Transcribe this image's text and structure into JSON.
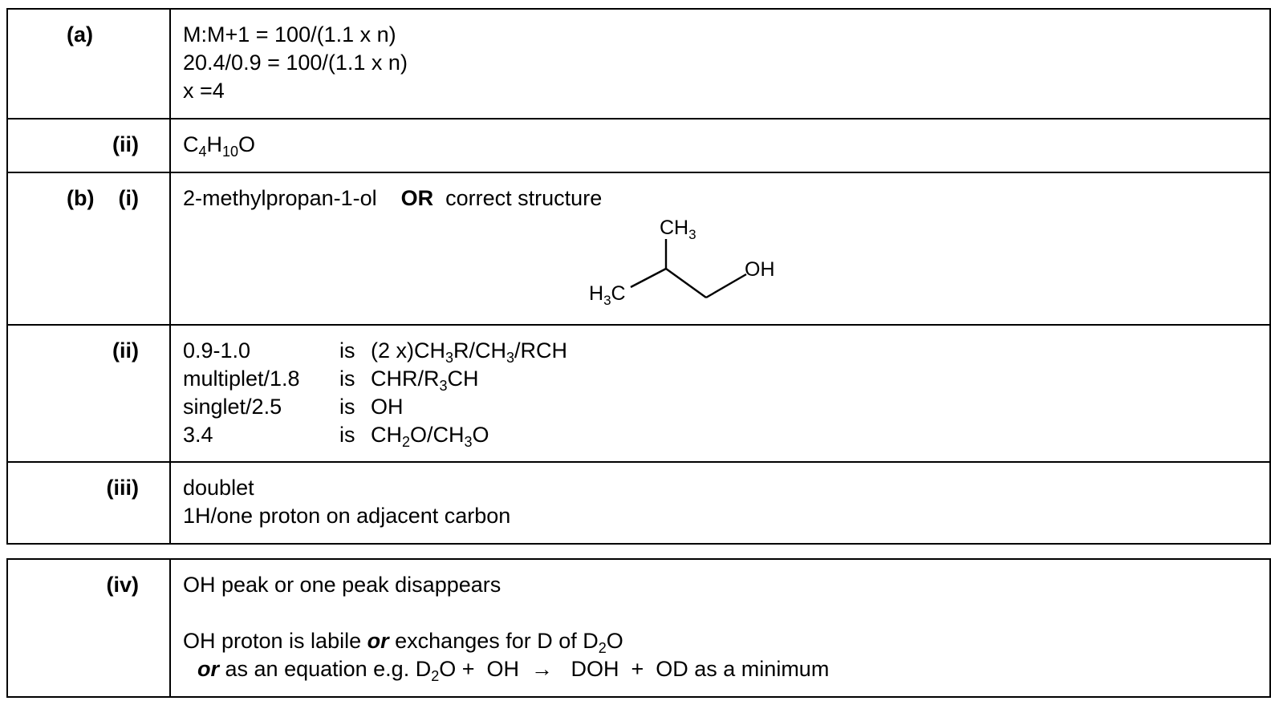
{
  "rows": {
    "a": {
      "label": "(a)",
      "lines": [
        "M:M+1 = 100/(1.1 x n)",
        "20.4/0.9 = 100/(1.1 x n)",
        "x =4"
      ]
    },
    "a_ii": {
      "label": "(ii)",
      "formula": {
        "c": "C",
        "c_sub": "4",
        "h": "H",
        "h_sub": "10",
        "o": "O"
      }
    },
    "b_i": {
      "label_part": "(b)",
      "label_sub": "(i)",
      "text_before": "2-methylpropan-1-ol",
      "or_word": "OR",
      "text_after": "correct structure",
      "structure": {
        "ch3_top": "CH",
        "ch3_top_sub": "3",
        "h3c_left_h": "H",
        "h3c_left_sub": "3",
        "h3c_left_c": "C",
        "oh": "OH"
      }
    },
    "b_ii": {
      "label": "(ii)",
      "rows": [
        {
          "shift": "0.9-1.0",
          "is": "is",
          "parts": [
            "(2 x)CH",
            "3",
            "R/CH",
            "3",
            "/RCH"
          ]
        },
        {
          "shift": "multiplet/1.8",
          "is": "is",
          "parts": [
            "CHR/R",
            "3",
            "CH"
          ]
        },
        {
          "shift": "singlet/2.5",
          "is": "is",
          "parts": [
            "OH"
          ]
        },
        {
          "shift": "3.4",
          "is": "is",
          "parts": [
            "CH",
            "2",
            "O/CH",
            "3",
            "O"
          ]
        }
      ]
    },
    "b_iii": {
      "label": "(iii)",
      "lines": [
        "doublet",
        "1H/one proton on adjacent carbon"
      ]
    },
    "b_iv": {
      "label": "(iv)",
      "line1": "OH peak or one peak disappears",
      "line2_a": "OH proton is labile",
      "line2_or": "or",
      "line2_b": "exchanges for D of D",
      "line2_sub": "2",
      "line2_c": "O",
      "line3_or": "or",
      "line3_a": "as an equation e.g. D",
      "line3_sub": "2",
      "line3_b": "O +  OH  →   DOH  +  OD as a minimum"
    }
  }
}
